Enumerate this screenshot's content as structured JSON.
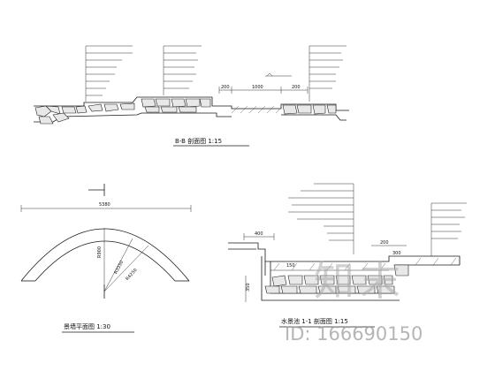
{
  "titles": {
    "section_bb": "B-B 剖面图  1:15",
    "plan": "景墙平面图  1:30",
    "section_pool": "水景池 1-1 剖面图  1:15"
  },
  "dimensions": {
    "bb_1000": "1000",
    "bb_200a": "200",
    "bb_200b": "200",
    "plan_width": "5380",
    "plan_r1": "R900",
    "plan_r2": "R3350",
    "plan_r3": "R4250",
    "pool_400": "400",
    "pool_200": "200",
    "pool_150": "150",
    "pool_300": "300",
    "pool_left": "350"
  },
  "watermark": {
    "logo": "知末",
    "id": "ID: 166690150"
  },
  "colors": {
    "line": "#1a1a1a",
    "watermark": "#aaaaaa"
  }
}
